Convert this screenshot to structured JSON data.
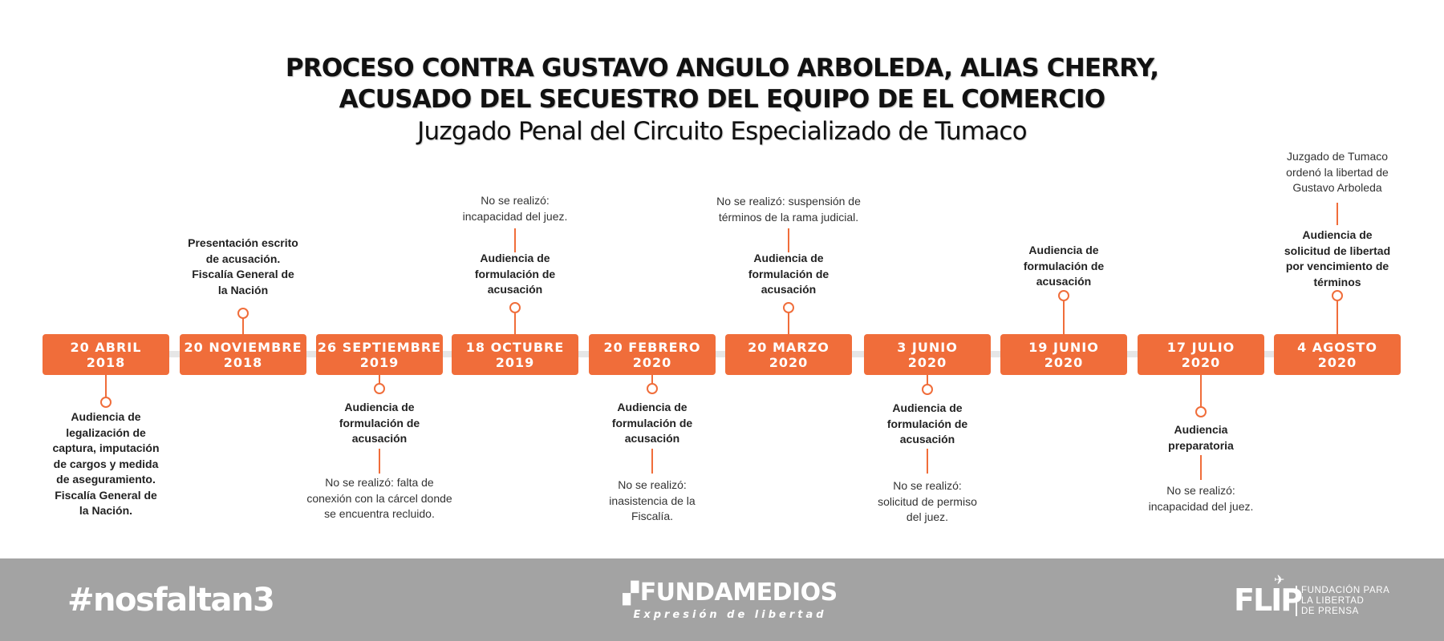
{
  "header": {
    "title_line1": "PROCESO CONTRA GUSTAVO ANGULO ARBOLEDA, ALIAS CHERRY,",
    "title_line2": "ACUSADO DEL SECUESTRO DEL EQUIPO DE EL COMERCIO",
    "subtitle": "Juzgado Penal  del Circuito Especializado de Tumaco"
  },
  "colors": {
    "accent": "#f06d3a",
    "footer": "#a3a3a3",
    "track": "#e6e6e6"
  },
  "events": [
    {
      "date": [
        "20 ABRIL",
        "2018"
      ],
      "bold": [
        "Audiencia de",
        "legalización de",
        "captura, imputación",
        "de cargos y medida",
        "de aseguramiento.",
        "Fiscalía General de",
        "la Nación."
      ],
      "note": []
    },
    {
      "date": [
        "20 NOVIEMBRE",
        "2018"
      ],
      "bold": [
        "Presentación escrito",
        "de acusación.",
        "Fiscalía General de",
        "la Nación"
      ],
      "note": []
    },
    {
      "date": [
        "26 SEPTIEMBRE",
        "2019"
      ],
      "bold": [
        "Audiencia de",
        "formulación de",
        "acusación"
      ],
      "note": [
        "No se realizó: falta de",
        "conexión con la cárcel donde",
        "se encuentra recluido."
      ]
    },
    {
      "date": [
        "18 OCTUBRE",
        "2019"
      ],
      "bold": [
        "Audiencia de",
        "formulación de",
        "acusación"
      ],
      "note": [
        "No se realizó:",
        "incapacidad del juez."
      ]
    },
    {
      "date": [
        "20 FEBRERO",
        "2020"
      ],
      "bold": [
        "Audiencia de",
        "formulación de",
        "acusación"
      ],
      "note": [
        "No se realizó:",
        "inasistencia de la",
        "Fiscalía."
      ]
    },
    {
      "date": [
        "20 MARZO",
        "2020"
      ],
      "bold": [
        "Audiencia de",
        "formulación de",
        "acusación"
      ],
      "note": [
        "No se realizó: suspensión de",
        "términos de la rama judicial."
      ]
    },
    {
      "date": [
        "3 JUNIO",
        "2020"
      ],
      "bold": [
        "Audiencia de",
        "formulación de",
        "acusación"
      ],
      "note": [
        "No se realizó:",
        "solicitud de permiso",
        "del juez."
      ]
    },
    {
      "date": [
        "19 JUNIO",
        "2020"
      ],
      "bold": [
        "Audiencia de",
        "formulación de",
        "acusación"
      ],
      "note": []
    },
    {
      "date": [
        "17 JULIO",
        "2020"
      ],
      "bold": [
        "Audiencia",
        "preparatoria"
      ],
      "note": [
        "No se realizó:",
        "incapacidad del juez."
      ]
    },
    {
      "date": [
        "4 AGOSTO",
        "2020"
      ],
      "bold": [
        "Audiencia de",
        "solicitud de libertad",
        "por vencimiento de",
        "términos"
      ],
      "note": [
        "Juzgado de Tumaco",
        "ordenó la libertad de",
        "Gustavo Arboleda"
      ]
    }
  ],
  "footer": {
    "hashtag": "#nosfaltan3",
    "fundamedios_name": "FUNDAMEDIOS",
    "fundamedios_tagline": "Expresión de libertad",
    "flip_logo": "FLIP",
    "flip_text": [
      "FUNDACIÓN PARA",
      "LA LIBERTAD",
      "DE PRENSA"
    ]
  }
}
